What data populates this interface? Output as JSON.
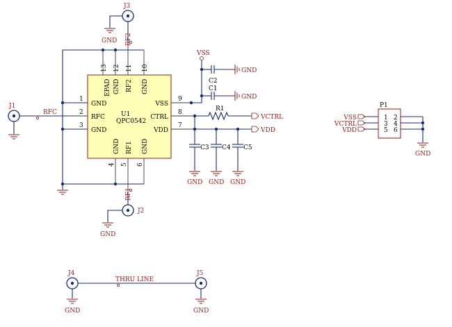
{
  "connectors": {
    "j1": "J1",
    "j2": "J2",
    "j3": "J3",
    "j4": "J4",
    "j5": "J5",
    "p1": "P1"
  },
  "u1": {
    "designator": "U1",
    "part": "QPC0542",
    "pins_left": [
      {
        "num": "1",
        "name": "GND"
      },
      {
        "num": "2",
        "name": "RFC"
      },
      {
        "num": "3",
        "name": "GND"
      }
    ],
    "pins_right": [
      {
        "num": "9",
        "name": "VSS"
      },
      {
        "num": "8",
        "name": "CTRL"
      },
      {
        "num": "7",
        "name": "VDD"
      }
    ],
    "pins_top": [
      {
        "num": "13",
        "name": "EPAD"
      },
      {
        "num": "12",
        "name": "GND"
      },
      {
        "num": "11",
        "name": "RF2"
      },
      {
        "num": "10",
        "name": "GND"
      }
    ],
    "pins_bottom": [
      {
        "num": "4",
        "name": "GND"
      },
      {
        "num": "5",
        "name": "RF1"
      },
      {
        "num": "6",
        "name": "GND"
      }
    ]
  },
  "components": {
    "r1": "R1",
    "c1": "C1",
    "c2": "C2",
    "c3": "C3",
    "c4": "C4",
    "c5": "C5"
  },
  "nets": {
    "gnd": "GND",
    "rfc": "RFC",
    "rf1": "RF1",
    "rf2": "RF2",
    "vss": "VSS",
    "vctrl": "VCTRL",
    "vdd": "VDD",
    "thru_line": "THRU LINE"
  },
  "p1": {
    "pins": [
      "1",
      "2",
      "3",
      "4",
      "5",
      "6"
    ],
    "ports": [
      "VSS",
      "VCTRL",
      "VDD"
    ]
  }
}
